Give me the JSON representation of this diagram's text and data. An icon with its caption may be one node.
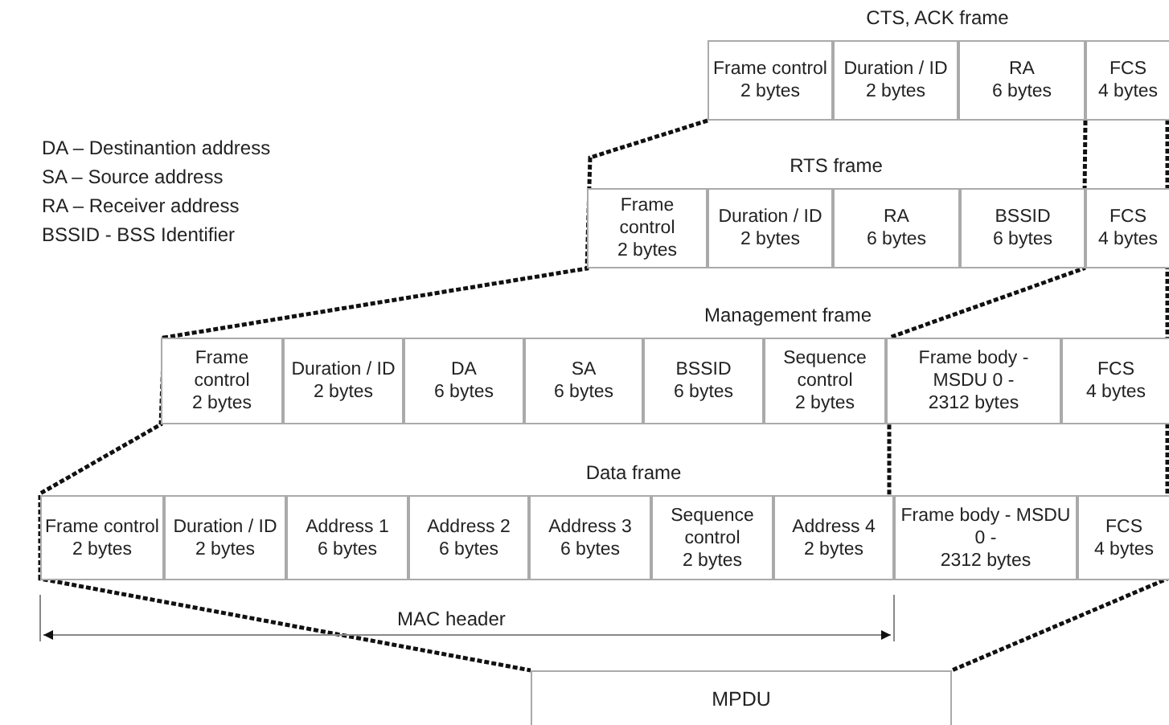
{
  "diagram": {
    "nodes": [
      {
        "text": [
          "CTS, ACK frame"
        ]
      },
      {
        "text": [
          "Frame control 2 bytes"
        ],
        "in": 0
      },
      {
        "text": [
          "Duration / ID 2 bytes"
        ],
        "in": 0
      },
      {
        "text": [
          "RA 6 bytes"
        ],
        "in": 0
      },
      {
        "text": [
          "FCS 4 bytes"
        ],
        "in": 0
      },
      {
        "text": [
          "RTS frame"
        ]
      },
      {
        "text": [
          "Frame control 2 bytes"
        ],
        "in": 5
      },
      {
        "text": [
          "Duration / ID 2 bytes"
        ],
        "in": 5
      },
      {
        "text": [
          "RA 6 bytes"
        ],
        "in": 5
      },
      {
        "text": [
          "BSSID 6 bytes"
        ],
        "in": 5
      },
      {
        "text": [
          "FCS 4 bytes"
        ],
        "in": 5
      },
      {
        "text": [
          "Management frame"
        ]
      },
      {
        "text": [
          "Frame control 2 bytes"
        ],
        "in": 11
      },
      {
        "text": [
          "Duration / ID 2 bytes"
        ],
        "in": 11
      },
      {
        "text": [
          "DA 6 bytes"
        ],
        "in": 11
      },
      {
        "text": [
          "SA 6 bytes"
        ],
        "in": 11
      },
      {
        "text": [
          "BSSID 6 bytes"
        ],
        "in": 11
      },
      {
        "text": [
          "Sequence control 2 bytes"
        ],
        "in": 11
      },
      {
        "text": [
          "Frame body - MSDU 0 - 2312 bytes"
        ],
        "in": 11
      },
      {
        "text": [
          "FCS 4 bytes"
        ],
        "in": 11
      },
      {
        "text": [
          "Data frame"
        ]
      },
      {
        "text": [
          "Frame control 2 bytes"
        ],
        "in": 20
      },
      {
        "text": [
          "Duration / ID 2 bytes"
        ],
        "in": 20
      },
      {
        "text": [
          "Address 1 6 bytes"
        ],
        "in": 20
      },
      {
        "text": [
          "Address 2 6 bytes"
        ],
        "in": 20
      },
      {
        "text": [
          "Address 3 6 bytes"
        ],
        "in": 20
      },
      {
        "text": [
          "Sequence control 2 bytes"
        ],
        "in": 20
      },
      {
        "text": [
          "Address 4 2 bytes"
        ],
        "in": 20
      },
      {
        "text": [
          "Frame body - MSDU 0 - 2312 bytes"
        ],
        "in": 20
      },
      {
        "text": [
          "FCS 4 bytes"
        ],
        "in": 20
      },
      {
        "text": [
          "MPDU"
        ]
      }
    ],
    "labels": [
      "DA – Destinantion address",
      "SA – Source address",
      "RA – Receiver address",
      "BSSID - BSS Identifier",
      "MAC header"
    ]
  }
}
